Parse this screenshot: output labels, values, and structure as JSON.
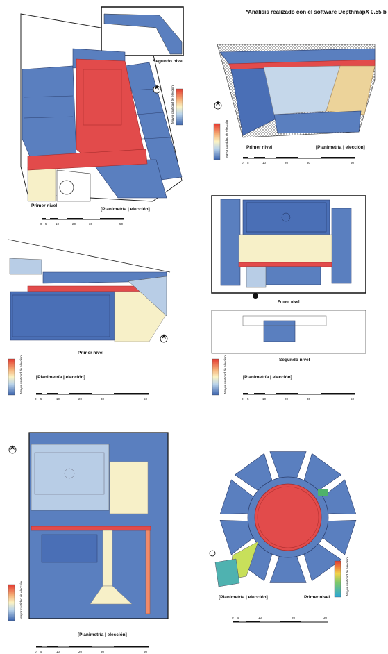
{
  "header": {
    "note": "*Análisis realizado con el software DepthmapX 0.55 b"
  },
  "colors": {
    "blue": "#5a7fbf",
    "blue_dark": "#3f5fa8",
    "light_blue": "#b8cde6",
    "cream": "#f7f0c8",
    "tan": "#ecd39a",
    "red": "#e24b4b",
    "green": "#4fb26a",
    "outline": "#1a1a1a"
  },
  "panels": {
    "p1": {
      "level_main": "Primer nivel",
      "level_second": "Segundo nivel",
      "caption": "[Planimetría | elección]",
      "legend_title": "Mayor cantidad de elección",
      "scale": [
        "0",
        "5",
        "10",
        "20",
        "30",
        "50"
      ]
    },
    "p2": {
      "level": "Primer nivel",
      "caption": "[Planimetría | elección]",
      "legend_title": "Mayor cantidad de elección",
      "scale": [
        "0",
        "5",
        "10",
        "20",
        "30",
        "50"
      ]
    },
    "p3": {
      "level": "Primer nivel",
      "caption": "[Planimetría | elección]",
      "legend_title": "Mayor cantidad de elección",
      "scale": [
        "0",
        "5",
        "10",
        "20",
        "30",
        "50"
      ]
    },
    "p4": {
      "level_main": "Primer nivel",
      "level_second": "Segundo nivel",
      "caption": "[Planimetría | elección]",
      "legend_title": "Mayor cantidad de elección",
      "scale": [
        "0",
        "5",
        "10",
        "20",
        "30",
        "50"
      ]
    },
    "p5": {
      "caption": "[Planimetría | elección]",
      "legend_title": "Mayor cantidad de elección",
      "scale": [
        "0",
        "5",
        "10",
        "20",
        "30",
        "50"
      ]
    },
    "p6": {
      "level": "Primer nivel",
      "caption": "[Planimetría | elección]",
      "legend_title": "Mayor cantidad de elección",
      "scale": [
        "0",
        "5",
        "10",
        "20",
        "30"
      ]
    }
  }
}
